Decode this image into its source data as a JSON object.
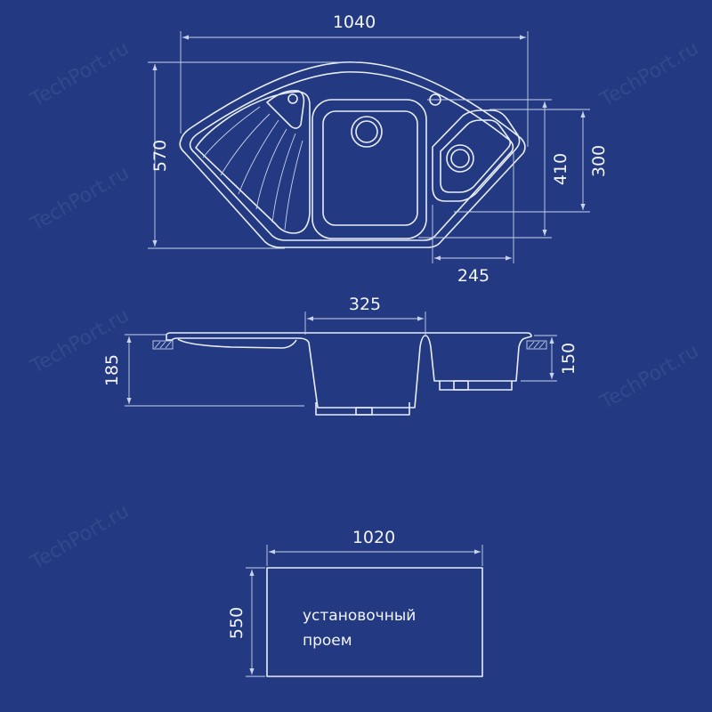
{
  "top_view": {
    "width_dim": "1040",
    "depth_dim": "570",
    "bowl_depth_dim": "410",
    "small_bowl_depth_dim": "300",
    "small_bowl_width_dim": "245"
  },
  "side_view": {
    "bowl_width_dim": "325",
    "total_height_dim": "185",
    "small_bowl_height_dim": "150"
  },
  "cutout": {
    "width_dim": "1020",
    "height_dim": "550",
    "label_line1": "установочный",
    "label_line2": "проем"
  },
  "watermark": "TechPort.ru",
  "colors": {
    "background": "#233a82",
    "lines": "#e8ecf5"
  }
}
